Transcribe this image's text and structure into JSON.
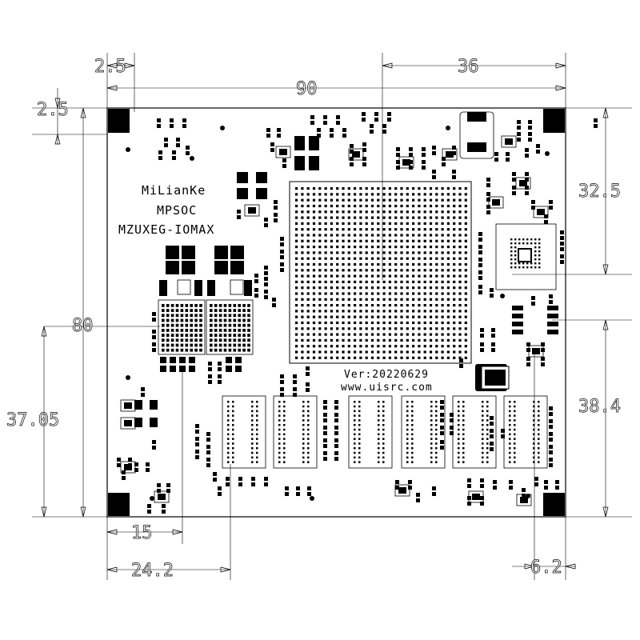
{
  "dimensions": {
    "top_offset": "2.5",
    "top_right": "36",
    "total_width": "90",
    "left_offset": "2.5",
    "right_upper": "32.5",
    "total_height": "80",
    "left_lower": "37.05",
    "right_lower": "38.4",
    "bottom_left": "15",
    "bottom_mid": "24.2",
    "bottom_right": "6.2"
  },
  "board": {
    "brand": "MiLianKe",
    "family": "MPSOC",
    "model": "MZUXEG-IOMAX",
    "version": "Ver:20220629",
    "website": "www.uisrc.com"
  }
}
